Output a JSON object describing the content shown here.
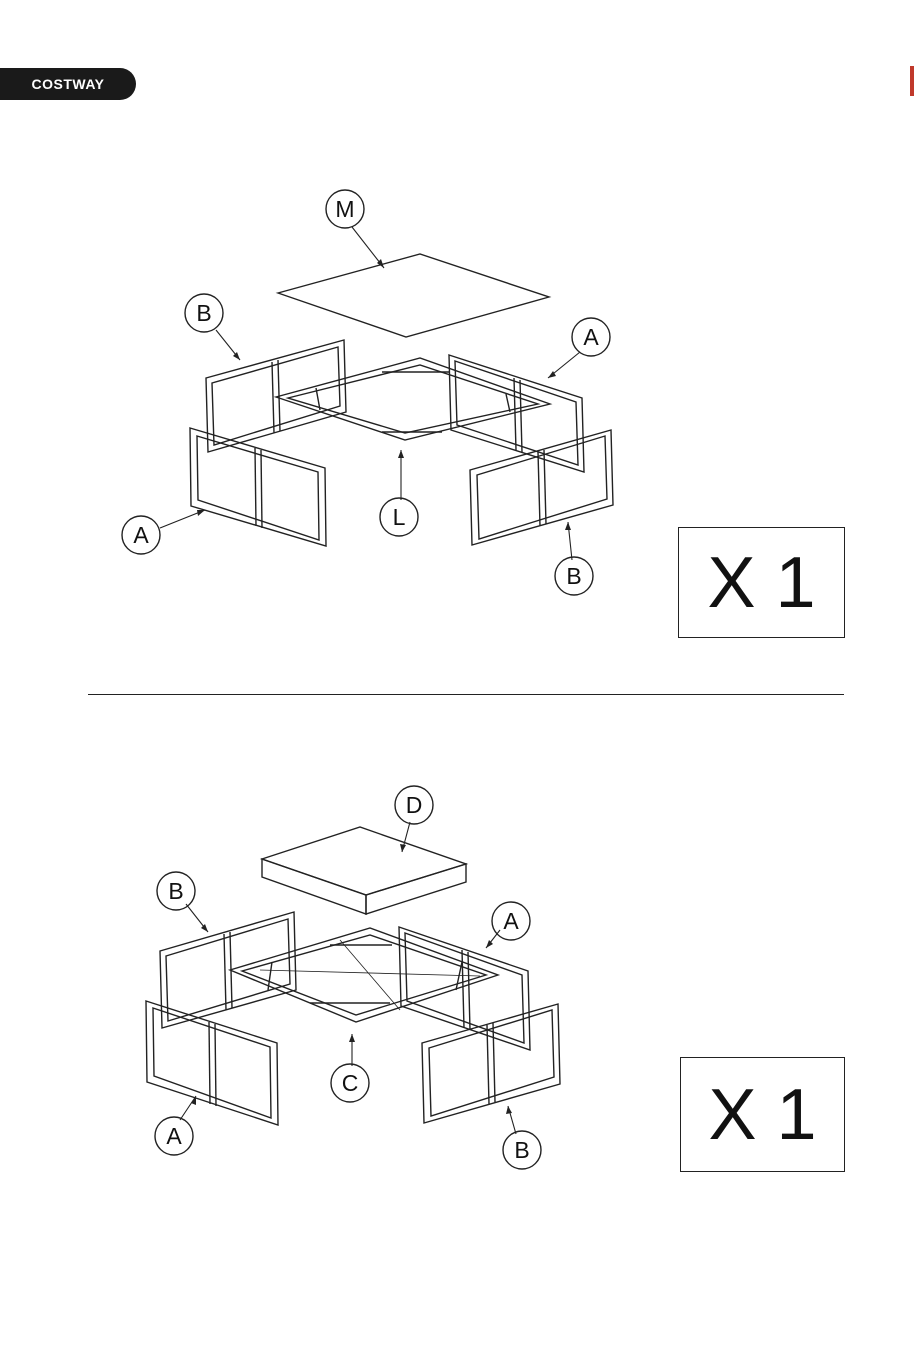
{
  "header": {
    "brand": "COSTWAY"
  },
  "step1": {
    "callouts": {
      "M": "M",
      "B_top": "B",
      "A_right": "A",
      "L": "L",
      "A_left": "A",
      "B_bottom": "B"
    },
    "quantity": "X 1"
  },
  "step2": {
    "callouts": {
      "D": "D",
      "B_top": "B",
      "A_right": "A",
      "C": "C",
      "A_left": "A",
      "B_bottom": "B"
    },
    "quantity": "X 1"
  }
}
